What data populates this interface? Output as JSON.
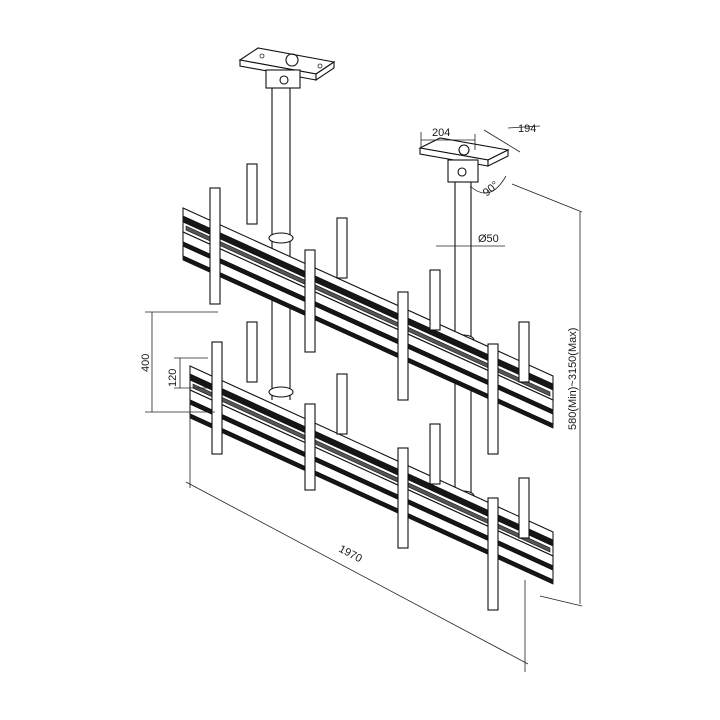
{
  "diagram": {
    "dimensions": {
      "plate_width": "204",
      "plate_depth": "194",
      "rotation": "90°",
      "pole_diameter": "Ø50",
      "height_range": "580(Min)~3150(Max)",
      "row_spacing": "400",
      "bracket_spacing": "120",
      "total_width": "1970"
    }
  }
}
